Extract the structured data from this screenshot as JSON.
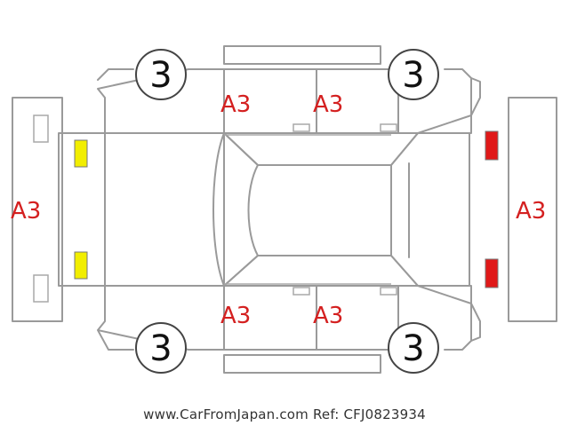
{
  "diagram": {
    "damage_codes": {
      "front_bumper": "A3",
      "rear_bumper": "A3",
      "left_front_door": "A3",
      "left_rear_door": "A3",
      "right_front_door": "A3",
      "right_rear_door": "A3"
    },
    "tires": {
      "front_left": "3",
      "rear_left": "3",
      "front_right": "3",
      "rear_right": "3"
    },
    "lights": {
      "front_color": "#f2ee00",
      "rear_color": "#e01818"
    }
  },
  "watermark": {
    "text": "www.CarFromJapan.com Ref: CFJ0823934"
  }
}
